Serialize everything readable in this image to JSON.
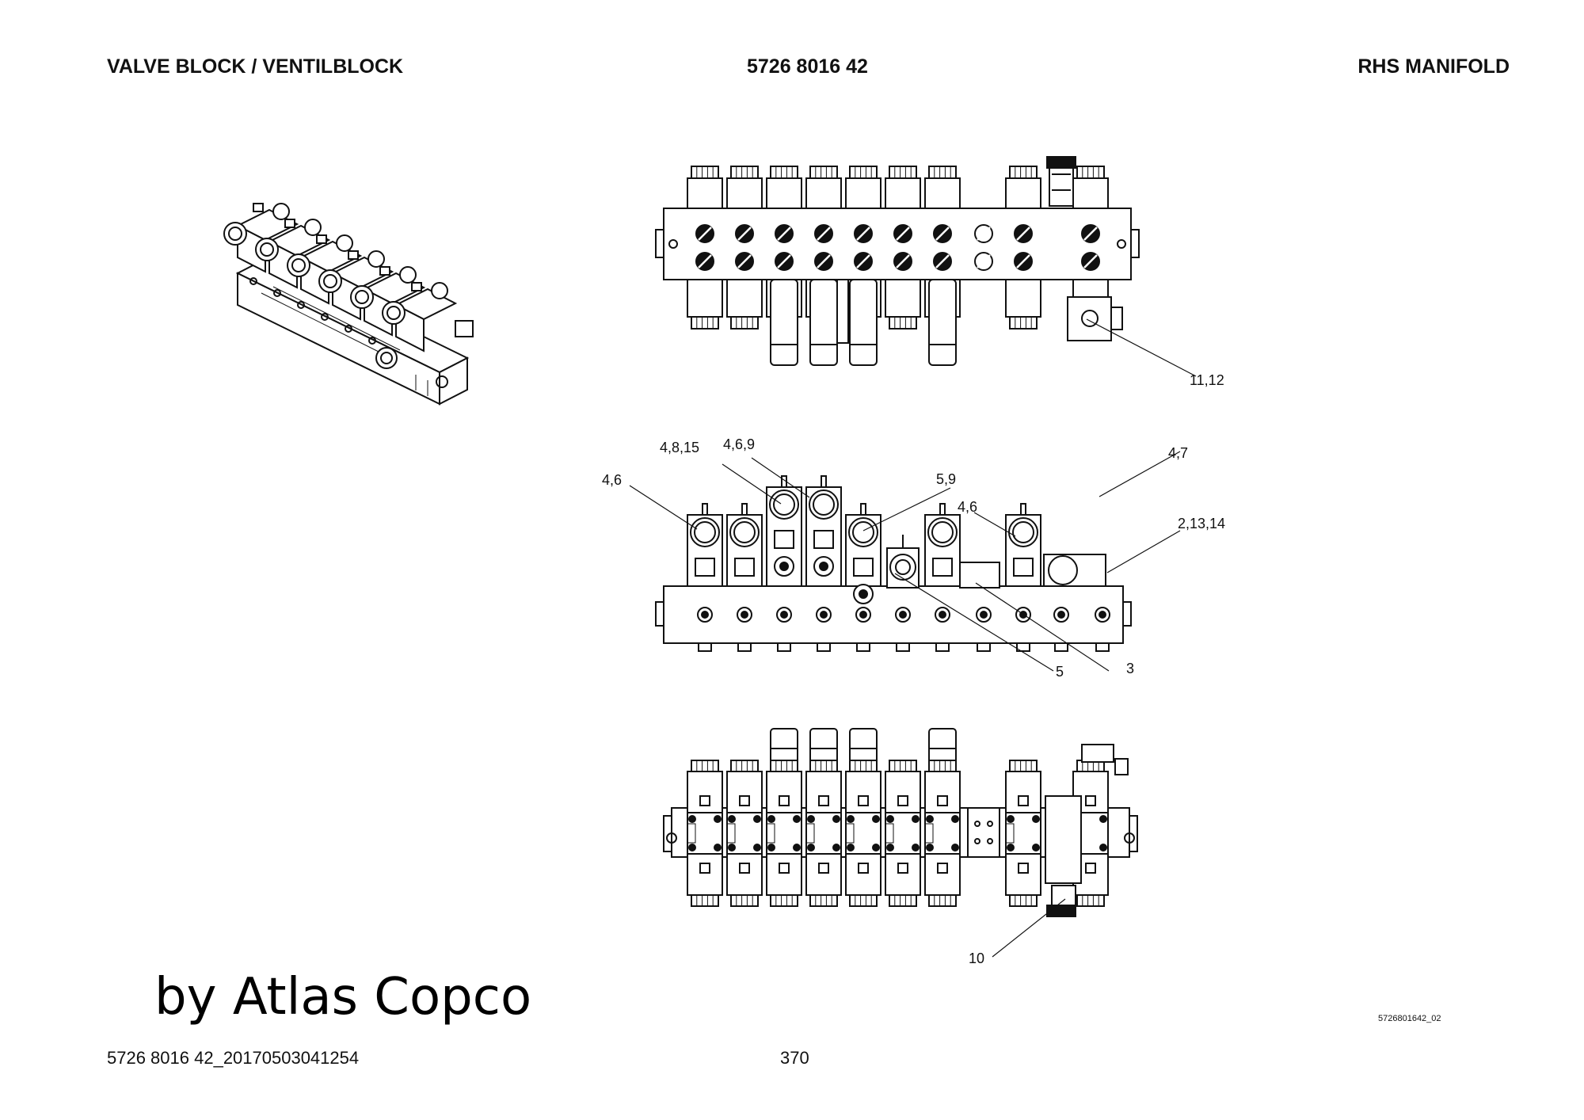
{
  "header": {
    "title_left": "VALVE BLOCK / VENTILBLOCK",
    "part_number": "5726 8016 42",
    "title_right": "RHS MANIFOLD"
  },
  "footer": {
    "doc_id": "5726 8016 42_20170503041254",
    "page_number": "370",
    "drawing_code": "5726801642_02"
  },
  "watermark": "by Atlas Copco",
  "callouts": {
    "c_11_12": "11,12",
    "c_4_8_15": "4,8,15",
    "c_4_6_9": "4,6,9",
    "c_4_6_left": "4,6",
    "c_5_9": "5,9",
    "c_4_6_mid": "4,6",
    "c_4_7": "4,7",
    "c_2_13_14": "2,13,14",
    "c_5": "5",
    "c_3": "3",
    "c_10": "10"
  }
}
